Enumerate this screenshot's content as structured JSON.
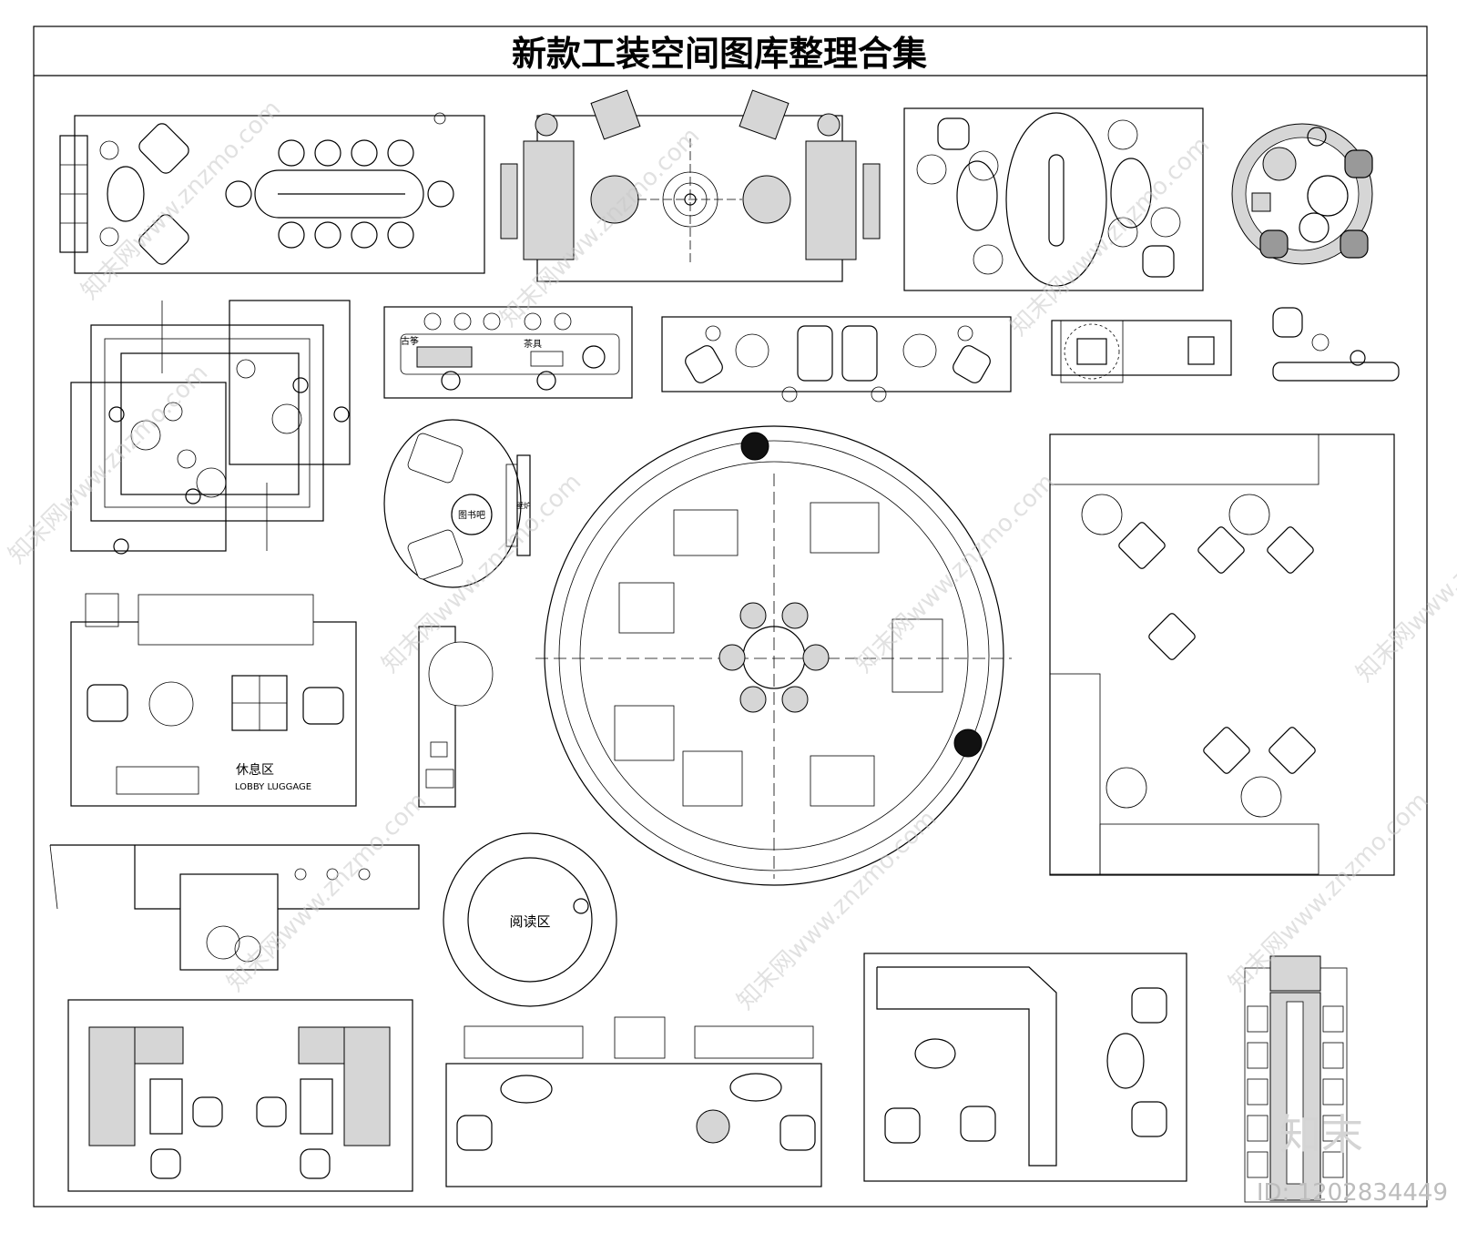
{
  "title": "新款工装空间图库整理合集",
  "labels": {
    "guzheng": "古筝",
    "chaju": "茶具",
    "library_bar": "图书吧",
    "fireplace": "壁炉",
    "lounge_cn": "休息区",
    "lounge_en": "LOBBY LUGGAGE",
    "reading": "阅读区"
  },
  "watermarks": {
    "site": "知末网www.znzmo.com",
    "logo": "知末",
    "id": "ID: 1202834449"
  },
  "colors": {
    "line": "#000000",
    "fill_gray": "#d6d6d6",
    "watermark": "#c9c9c9"
  }
}
